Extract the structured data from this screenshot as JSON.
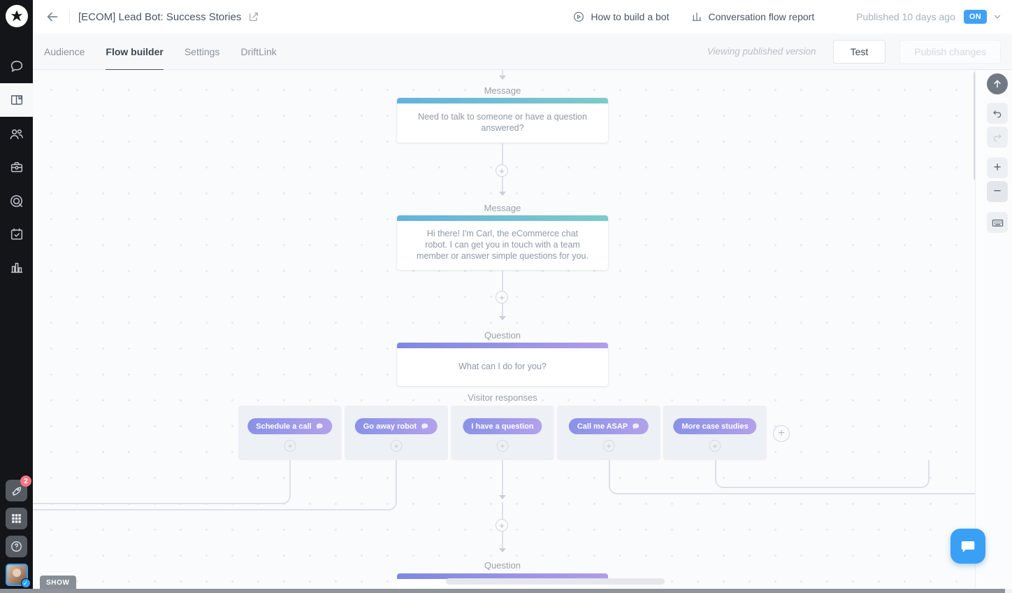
{
  "header": {
    "title": "[ECOM] Lead Bot: Success Stories",
    "how_to_link": "How to build a bot",
    "report_link": "Conversation flow report",
    "published_text": "Published 10 days ago",
    "status_toggle": "ON"
  },
  "tabs": {
    "audience": "Audience",
    "flow_builder": "Flow builder",
    "settings": "Settings",
    "driftlink": "DriftLink",
    "viewing_note": "Viewing published version",
    "test_button": "Test",
    "publish_button": "Publish changes"
  },
  "sidebar": {
    "rocket_badge_count": "2",
    "icons": [
      "drift-logo",
      "chat-icon",
      "playbooks-book-icon",
      "contacts-people-icon",
      "briefcase-icon",
      "target-accounts-icon",
      "meetings-calendar-icon",
      "reports-chart-icon",
      "rocket-icon",
      "app-grid-icon",
      "help-icon",
      "user-avatar"
    ]
  },
  "flow": {
    "node1": {
      "type_label": "Message",
      "text": "Need to talk to someone or have a question answered?"
    },
    "node2": {
      "type_label": "Message",
      "text": "Hi there! I'm Carl, the eCommerce chat robot. I can get you in touch with a team member or answer simple questions for you."
    },
    "node3": {
      "type_label": "Question",
      "text": "What can I do for you?"
    },
    "visitor_responses_label": "Visitor responses",
    "responses": [
      {
        "label": "Schedule a call",
        "has_icon": true
      },
      {
        "label": "Go away robot",
        "has_icon": true
      },
      {
        "label": "I have a question",
        "has_icon": false
      },
      {
        "label": "Call me ASAP",
        "has_icon": true
      },
      {
        "label": "More case studies",
        "has_icon": false
      }
    ],
    "node4": {
      "type_label": "Question"
    },
    "plus_symbol": "+",
    "minus_symbol": "−"
  },
  "misc": {
    "show_tab_label": "SHOW"
  },
  "colors": {
    "sidebar_bg": "#141519",
    "on_badge_blue": "#41a1f6",
    "message_bar_gradient": [
      "#65b2dc",
      "#7ccbc9"
    ],
    "question_bar_gradient": [
      "#7e88df",
      "#b19ce8"
    ],
    "response_chip_gradient": [
      "#8992e7",
      "#b3a1ea"
    ],
    "chat_widget_blue": "#3aa0f5",
    "badge_pink": "#f77581",
    "canvas_bg": "#fafbfc"
  }
}
